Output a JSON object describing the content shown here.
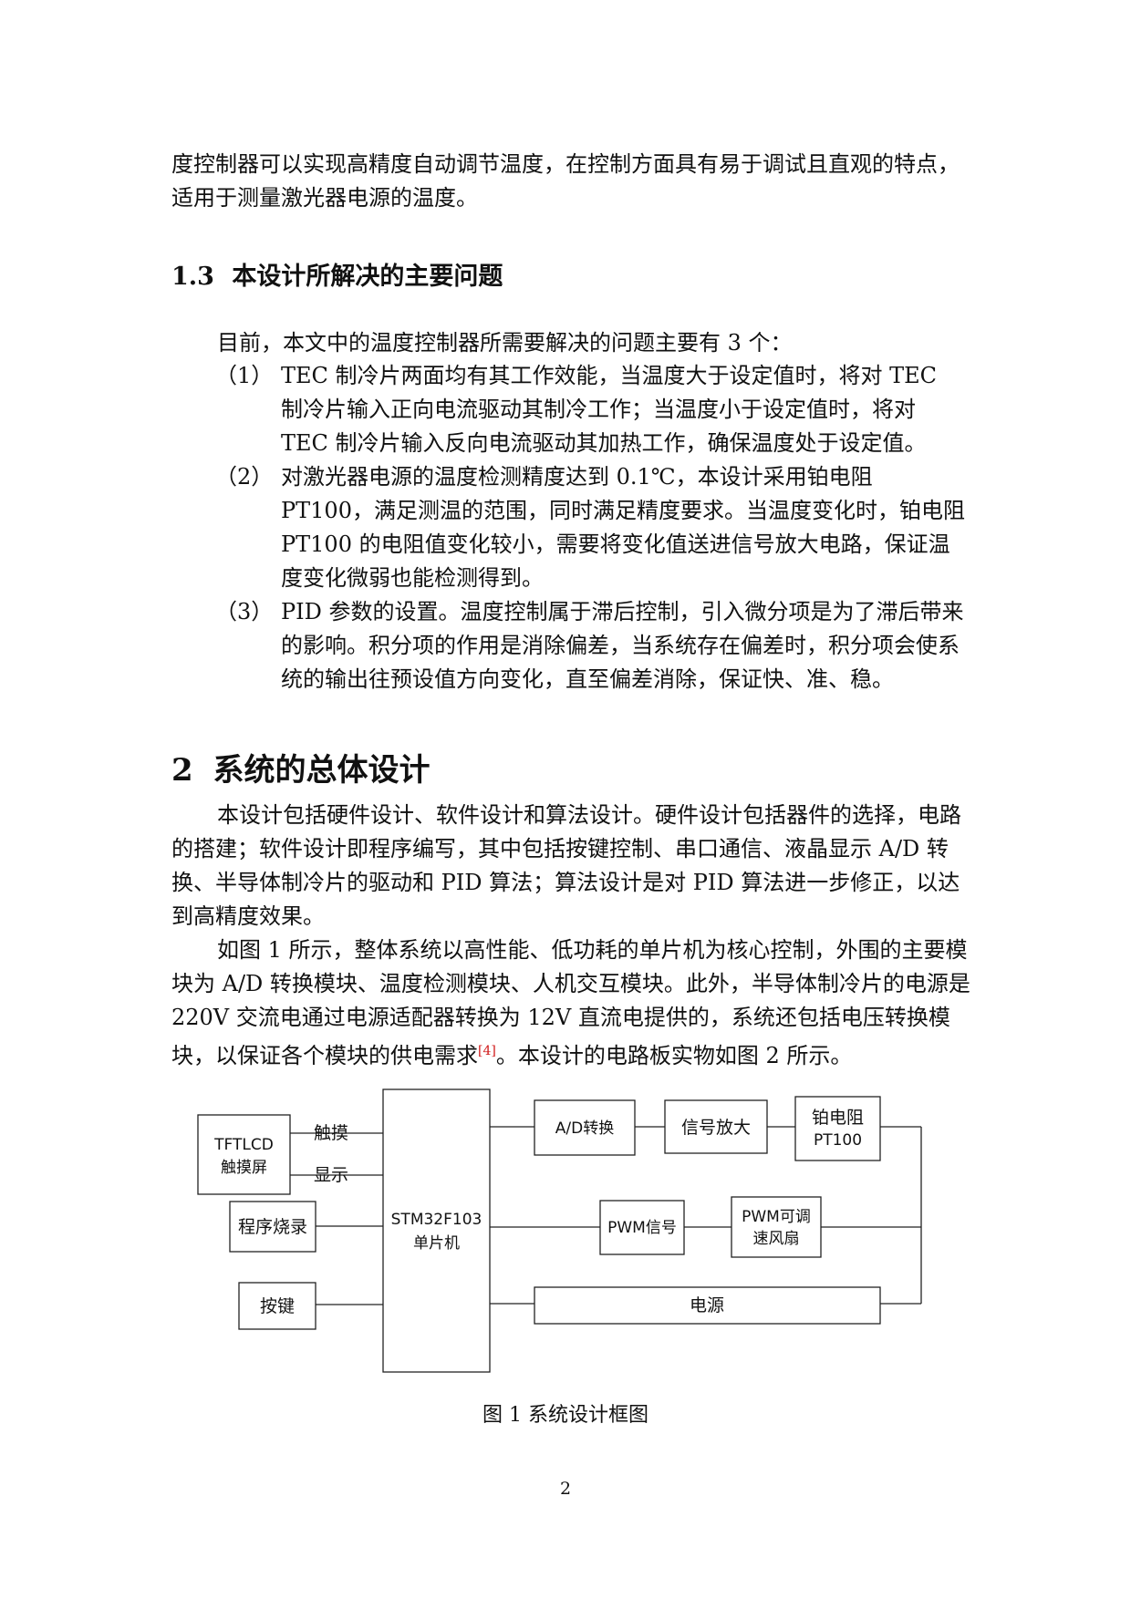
{
  "para_top": "度控制器可以实现高精度自动调节温度，在控制方面具有易于调试且直观的特点，适用于测量激光器电源的温度。",
  "section_1_3": {
    "number": "1.3",
    "title": "本设计所解决的主要问题"
  },
  "intro": "目前，本文中的温度控制器所需要解决的问题主要有 3 个：",
  "items": [
    {
      "num": "（1）",
      "text": "TEC 制冷片两面均有其工作效能，当温度大于设定值时，将对 TEC 制冷片输入正向电流驱动其制冷工作；当温度小于设定值时，将对 TEC 制冷片输入反向电流驱动其加热工作，确保温度处于设定值。"
    },
    {
      "num": "（2）",
      "text": "对激光器电源的温度检测精度达到 0.1℃，本设计采用铂电阻 PT100，满足测温的范围，同时满足精度要求。当温度变化时，铂电阻 PT100 的电阻值变化较小，需要将变化值送进信号放大电路，保证温度变化微弱也能检测得到。"
    },
    {
      "num": "（3）",
      "text": "PID 参数的设置。温度控制属于滞后控制，引入微分项是为了滞后带来的影响。积分项的作用是消除偏差，当系统存在偏差时，积分项会使系统的输出往预设值方向变化，直至偏差消除，保证快、准、稳。"
    }
  ],
  "section_2": {
    "number": "2",
    "title": "系统的总体设计"
  },
  "para_2a": "本设计包括硬件设计、软件设计和算法设计。硬件设计包括器件的选择，电路的搭建；软件设计即程序编写，其中包括按键控制、串口通信、液晶显示 A/D 转换、半导体制冷片的驱动和 PID 算法；算法设计是对 PID 算法进一步修正，以达到高精度效果。",
  "para_2b": "如图 1 所示，整体系统以高性能、低功耗的单片机为核心控制，外围的主要模块为 A/D 转换模块、温度检测模块、人机交互模块。此外，半导体制冷片的电源是 220V 交流电通过电源适配器转换为 12V 直流电提供的，系统还包括电压转换模块，以保证各个模块的供电需求",
  "para_2b_ref": "[4]",
  "para_2b_tail": "。本设计的电路板实物如图 2 所示。",
  "diagram": {
    "tft_line1": "TFTLCD",
    "tft_line2": "触摸屏",
    "touch": "触摸",
    "display": "显示",
    "program": "程序烧录",
    "keys": "按键",
    "mcu_line1": "STM32F103",
    "mcu_line2": "单片机",
    "adc": "A/D转换",
    "amp": "信号放大",
    "pt_line1": "铂电阻",
    "pt_line2": "PT100",
    "pwm": "PWM信号",
    "fan_line1": "PWM可调",
    "fan_line2": "速风扇",
    "power": "电源"
  },
  "figure_caption": "图 1 系统设计框图",
  "page_number": "2"
}
